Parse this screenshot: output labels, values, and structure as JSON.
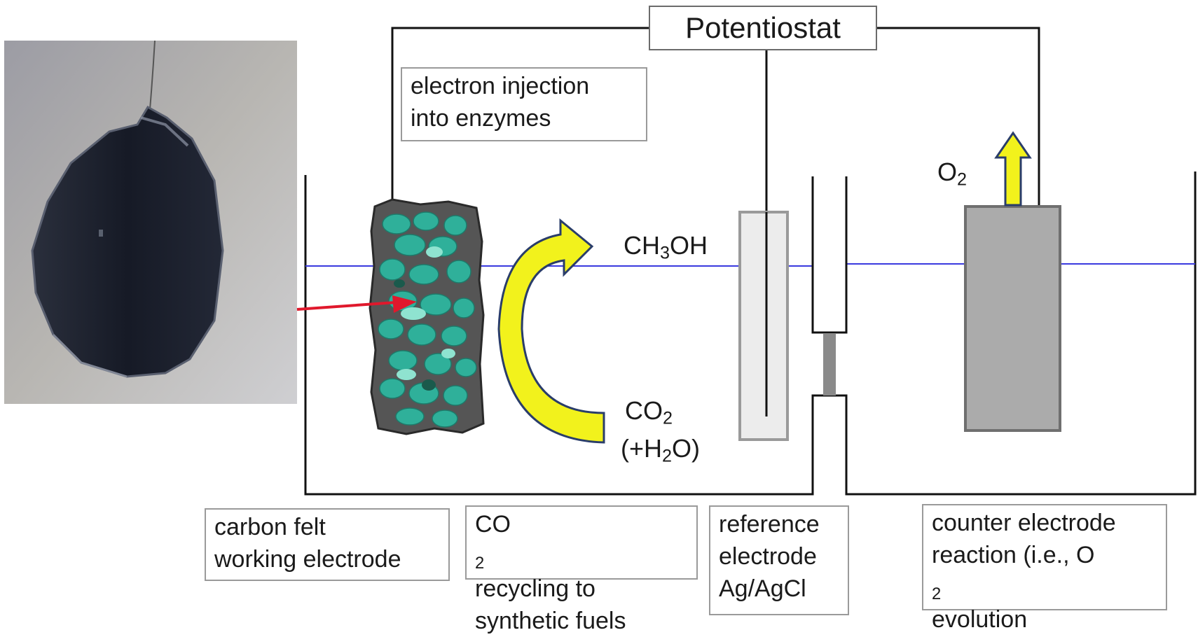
{
  "potentiostat": "Potentiostat",
  "electron_injection": [
    "electron injection",
    "into enzymes"
  ],
  "ch3oh": {
    "pre": "CH",
    "sub": "3",
    "post": "OH"
  },
  "co2": {
    "pre": "CO",
    "sub": "2"
  },
  "h2o": {
    "pre": "(+H",
    "sub": "2",
    "post": "O)"
  },
  "o2": {
    "pre": "O",
    "sub": "2"
  },
  "captions": {
    "carbon_felt": [
      "carbon felt",
      "working electrode"
    ],
    "co2_recycling": {
      "l1_pre": "CO",
      "l1_sub": "2",
      "l1_post": " recycling to",
      "l2": "synthetic fuels"
    },
    "reference": [
      "reference",
      "electrode",
      "Ag/AgCl"
    ],
    "counter": {
      "l1": "counter electrode",
      "l2_pre": "reaction (i.e., O",
      "l2_sub": "2",
      "l3": "evolution"
    }
  },
  "colors": {
    "enzyme_teal": "#2fb09a",
    "arrow_yellow": "#f2f21c",
    "electrolyte_line": "#3a3adf",
    "electron_arrow": "#e0182c",
    "electrode_gray": "#a9a9a9"
  }
}
